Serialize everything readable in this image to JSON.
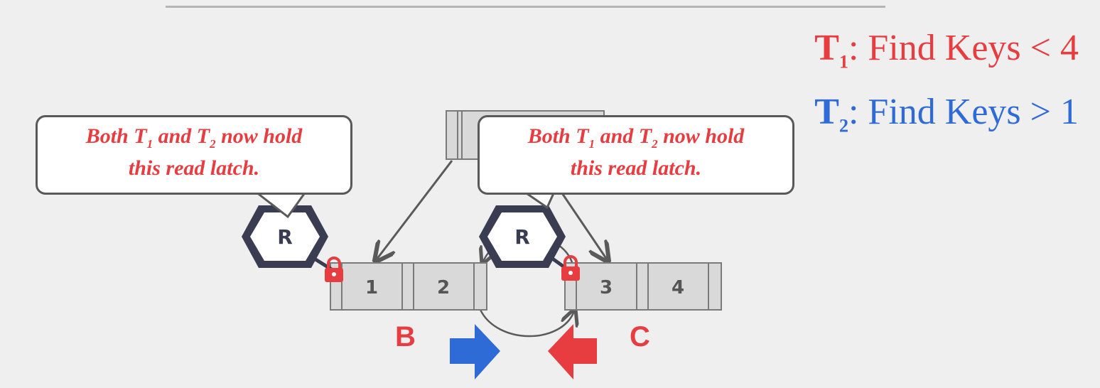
{
  "transactions": [
    {
      "id": "T",
      "sub": "1",
      "text": ": Find Keys < 4",
      "color": "#e73c40"
    },
    {
      "id": "T",
      "sub": "2",
      "text": ": Find Keys > 1",
      "color": "#2f6bd7"
    }
  ],
  "callouts": {
    "left": {
      "pre": "Both T",
      "s1": "1",
      "mid": " and T",
      "s2": "2",
      "post": " now hold",
      "line2": "this read latch."
    },
    "right": {
      "pre": "Both T",
      "s1": "1",
      "mid": " and T",
      "s2": "2",
      "post": " now hold",
      "line2": "this read latch."
    }
  },
  "latches": {
    "left": "R",
    "right": "R"
  },
  "nodes": {
    "B": {
      "label": "B",
      "keys": [
        "1",
        "2"
      ]
    },
    "C": {
      "label": "C",
      "keys": [
        "3",
        "4"
      ]
    }
  },
  "colors": {
    "red": "#e73c40",
    "blue": "#2f6bd7",
    "latch_border": "#3a3c52",
    "node_fill": "#d9d9d9"
  }
}
